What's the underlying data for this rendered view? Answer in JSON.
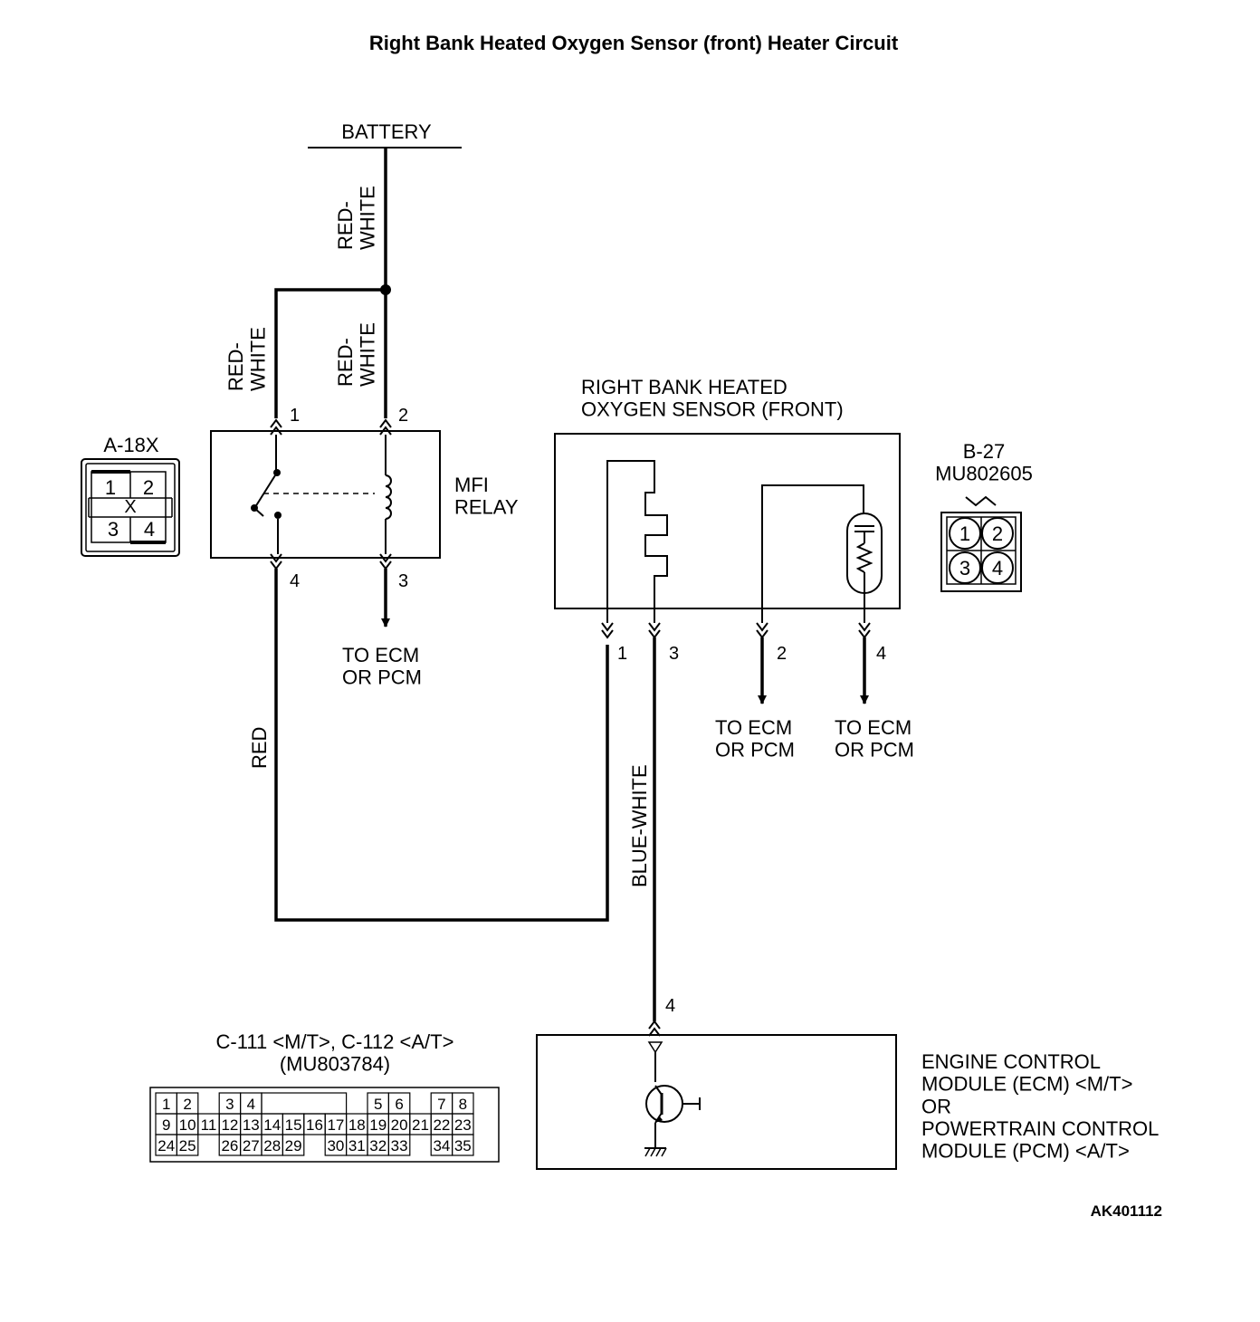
{
  "title": "Right Bank Heated Oxygen Sensor (front) Heater Circuit",
  "figure_code": "AK401112",
  "battery_label": "BATTERY",
  "wires": {
    "battery_wire": "RED-\nWHITE",
    "relay_pin1_wire": "RED-\nWHITE",
    "relay_pin2_wire": "RED-\nWHITE",
    "relay_pin4_wire": "RED",
    "sensor_pin3_wire": "BLUE-WHITE"
  },
  "relay": {
    "name": "MFI\nRELAY",
    "connector": "A-18X",
    "connector_cells": [
      "1",
      "2",
      "3",
      "4"
    ],
    "pins": {
      "top_left": "1",
      "top_right": "2",
      "bottom_left": "4",
      "bottom_right": "3"
    },
    "pin3_destination": "TO ECM\nOR PCM"
  },
  "sensor": {
    "name": "RIGHT BANK HEATED\nOXYGEN SENSOR (FRONT)",
    "connector": "B-27\nMU802605",
    "connector_cells": [
      "1",
      "2",
      "3",
      "4"
    ],
    "pins": [
      "1",
      "3",
      "2",
      "4"
    ],
    "pin2_destination": "TO ECM\nOR PCM",
    "pin4_destination": "TO ECM\nOR PCM"
  },
  "ecm": {
    "name": "ENGINE CONTROL\nMODULE (ECM) <M/T>\nOR\nPOWERTRAIN CONTROL\nMODULE (PCM) <A/T>",
    "pin": "4",
    "connector": "C-111 <M/T>, C-112 <A/T>\n(MU803784)",
    "connector_rows": [
      [
        "1",
        "2",
        "",
        "3",
        "4",
        "",
        "",
        "",
        "",
        "",
        "5",
        "6",
        "",
        "7",
        "8"
      ],
      [
        "9",
        "10",
        "11",
        "12",
        "13",
        "14",
        "15",
        "16",
        "17",
        "18",
        "19",
        "20",
        "21",
        "22",
        "23"
      ],
      [
        "24",
        "25",
        "",
        "26",
        "27",
        "28",
        "29",
        "",
        "30",
        "31",
        "32",
        "33",
        "",
        "34",
        "35"
      ]
    ]
  }
}
